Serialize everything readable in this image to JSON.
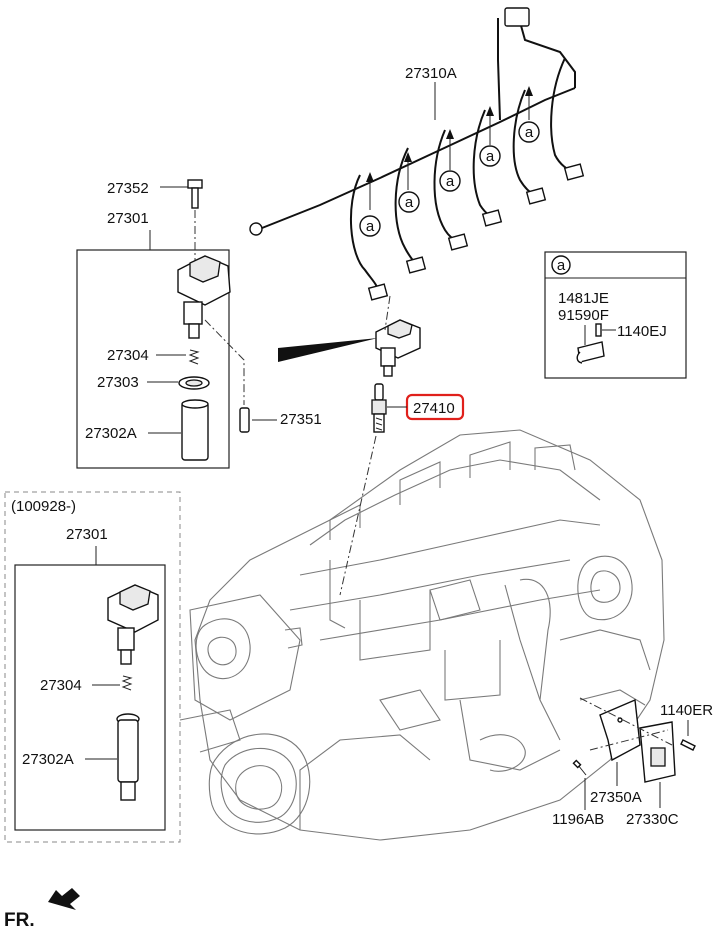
{
  "labels": {
    "harness": "27310A",
    "bolt": "27352",
    "coil_assy": "27301",
    "spring": "27304",
    "seal": "27303",
    "boot": "27302A",
    "pin": "27351",
    "spark_plug": "27410",
    "variant_date": "(100928-)",
    "variant_coil_assy": "27301",
    "variant_spring": "27304",
    "variant_boot": "27302A",
    "detail_ref": "a",
    "clip_part_1": "1481JE",
    "clip_part_2": "91590F",
    "clip_screw": "1140EJ",
    "bracket_bolt": "1140ER",
    "bracket": "27350A",
    "bracket_screw": "1196AB",
    "ecu": "27330C",
    "front": "FR."
  },
  "colors": {
    "highlight": "#e0201b",
    "line": "#222222",
    "engine_line": "#7a7a7a"
  },
  "icons": {
    "front_arrow": "arrow-left-down-icon",
    "ref_marker": "circle-letter-icon"
  }
}
